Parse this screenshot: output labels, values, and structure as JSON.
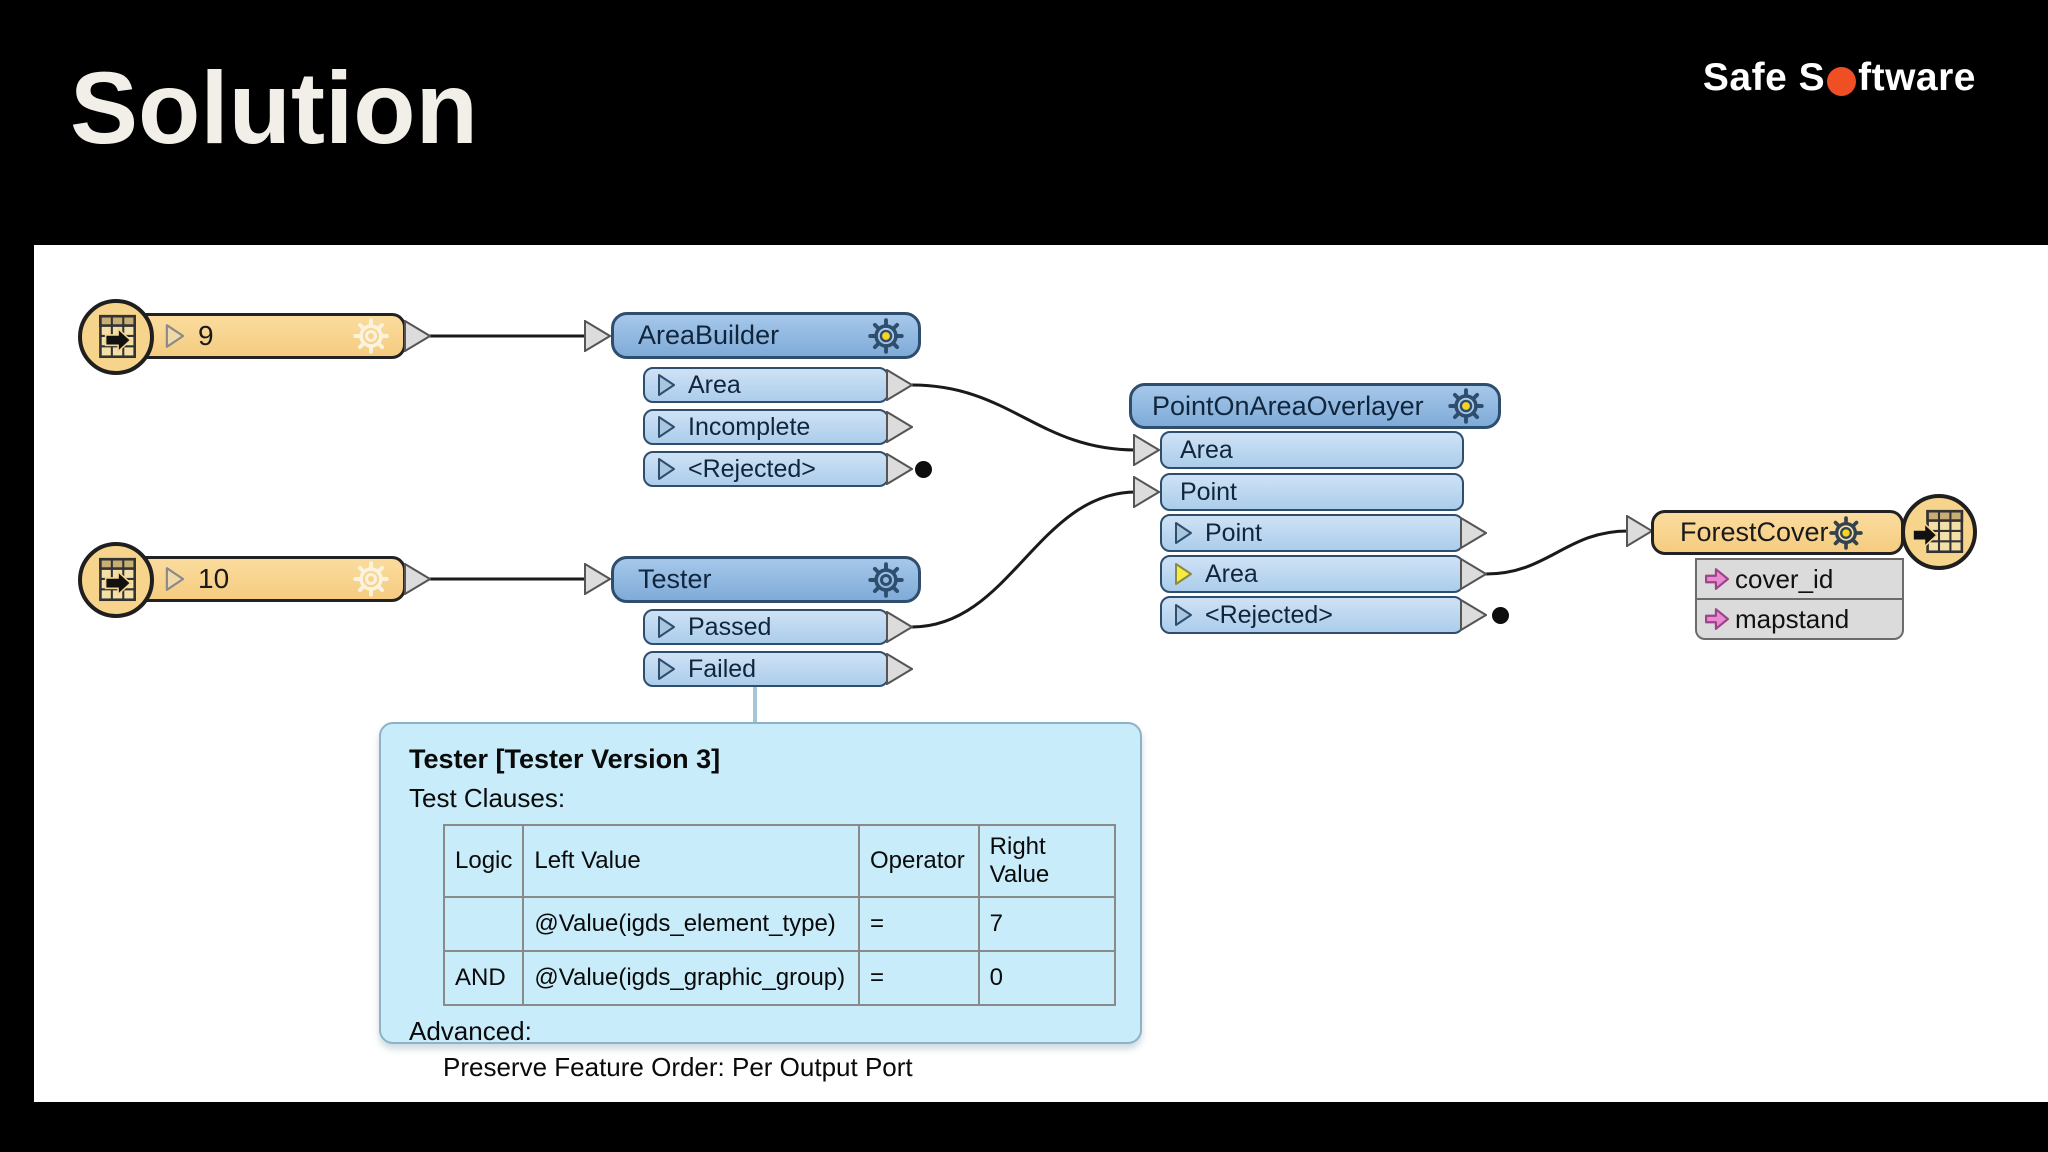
{
  "slide": {
    "title": "Solution",
    "logo": {
      "text_before_dot": "Safe S",
      "text_after_dot": "ftware",
      "dot_color": "#F04E23"
    }
  },
  "workflow": {
    "reader9": {
      "label": "9"
    },
    "reader10": {
      "label": "10"
    },
    "area_builder": {
      "title": "AreaBuilder",
      "ports": [
        {
          "label": "Area"
        },
        {
          "label": "Incomplete"
        },
        {
          "label": "<Rejected>"
        }
      ]
    },
    "tester": {
      "title": "Tester",
      "ports": [
        {
          "label": "Passed"
        },
        {
          "label": "Failed"
        }
      ]
    },
    "point_on_area_overlayer": {
      "title": "PointOnAreaOverlayer",
      "input_ports": [
        {
          "label": "Area"
        },
        {
          "label": "Point"
        }
      ],
      "output_ports": [
        {
          "label": "Point"
        },
        {
          "label": "Area"
        },
        {
          "label": "<Rejected>"
        }
      ]
    },
    "forest_cover": {
      "title": "ForestCover",
      "attributes": [
        {
          "label": "cover_id"
        },
        {
          "label": "mapstand"
        }
      ]
    }
  },
  "tooltip": {
    "title": "Tester [Tester Version 3]",
    "clauses_label": "Test Clauses:",
    "table": {
      "headers": [
        "Logic",
        "Left Value",
        "Operator",
        "Right Value"
      ],
      "rows": [
        [
          "",
          "@Value(igds_element_type)",
          "=",
          "7"
        ],
        [
          "AND",
          "@Value(igds_graphic_group)",
          "=",
          "0"
        ]
      ]
    },
    "advanced_label": "Advanced:",
    "advanced_value": "Preserve Feature Order: Per Output Port"
  },
  "colors": {
    "accent_orange": "#F04E23",
    "node_blue_header": "#8FBAE2",
    "node_blue_port": "#BDD9F1",
    "node_border_blue": "#2F4E6E",
    "reader_orange": "#F7D48C",
    "attribute_grey": "#DBDBDB",
    "attribute_pink": "#E989D2",
    "tooltip_blue": "#C8ECFA",
    "gear_yellow": "#F6D41F",
    "connected_port_yellow": "#F7EB40"
  }
}
